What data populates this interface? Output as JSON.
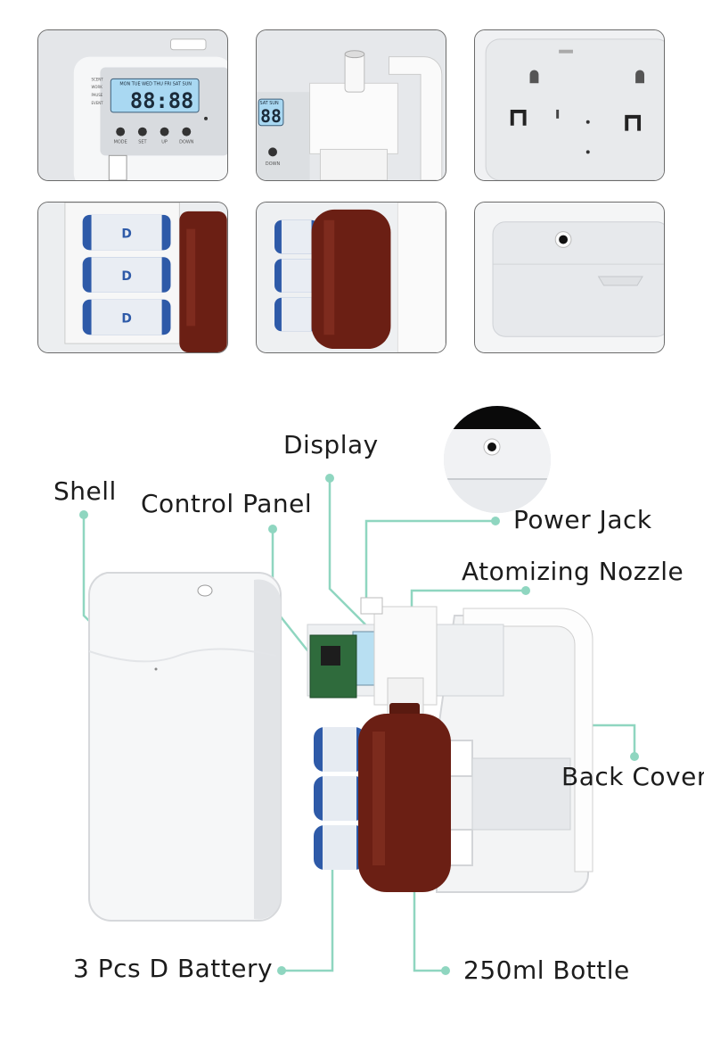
{
  "thumbnails": {
    "lcd": {
      "days": "MON TUE WED THU FRI SAT SUN",
      "digits": "88:88",
      "modes": [
        "SCENT",
        "WORK",
        "PAUSE",
        "EVENT"
      ],
      "buttons": [
        "MODE",
        "SET",
        "UP",
        "DOWN"
      ]
    },
    "nozzle": {
      "days": "SAT SUN",
      "digits": "88",
      "button": "DOWN"
    }
  },
  "labels": {
    "display": "Display",
    "shell": "Shell",
    "control_panel": "Control Panel",
    "power_jack": "Power Jack",
    "atomizing_nozzle": "Atomizing Nozzle",
    "back_cover": "Back Cover",
    "battery": "3 Pcs D Battery",
    "bottle": "250ml Bottle"
  },
  "colors": {
    "leader_line": "#8fd6c0",
    "bottle": "#6b1f14",
    "battery_blue": "#2e5aa8",
    "lcd": "#a9d8f2"
  }
}
